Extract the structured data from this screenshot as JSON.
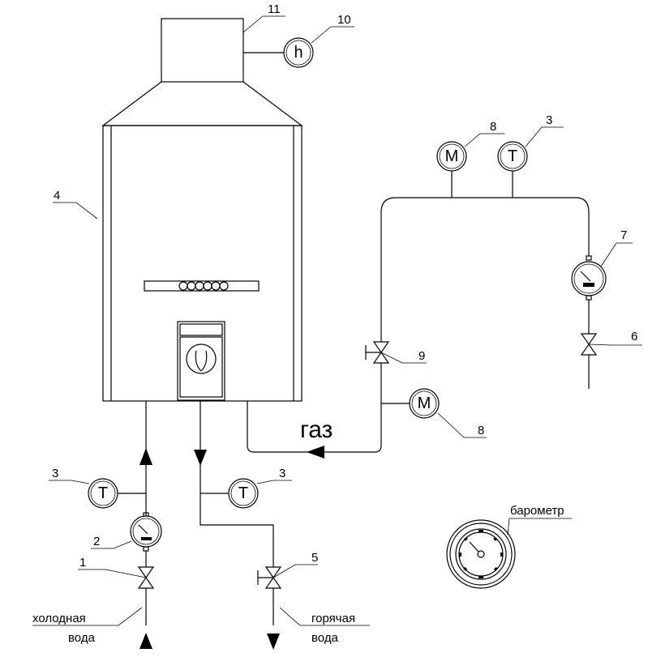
{
  "labels": {
    "n1": "1",
    "n2": "2",
    "n3_left": "3",
    "n3_mid": "3",
    "n3_top": "3",
    "n4": "4",
    "n5": "5",
    "n6": "6",
    "n7": "7",
    "n8_top": "8",
    "n8_low": "8",
    "n9": "9",
    "n10": "10",
    "n11": "11"
  },
  "symbols": {
    "h": "h",
    "m": "M",
    "t": "T"
  },
  "text": {
    "gas": "газ",
    "barometer": "барометр",
    "cold_1": "холодная",
    "cold_2": "вода",
    "hot_1": "горячая",
    "hot_2": "вода"
  }
}
